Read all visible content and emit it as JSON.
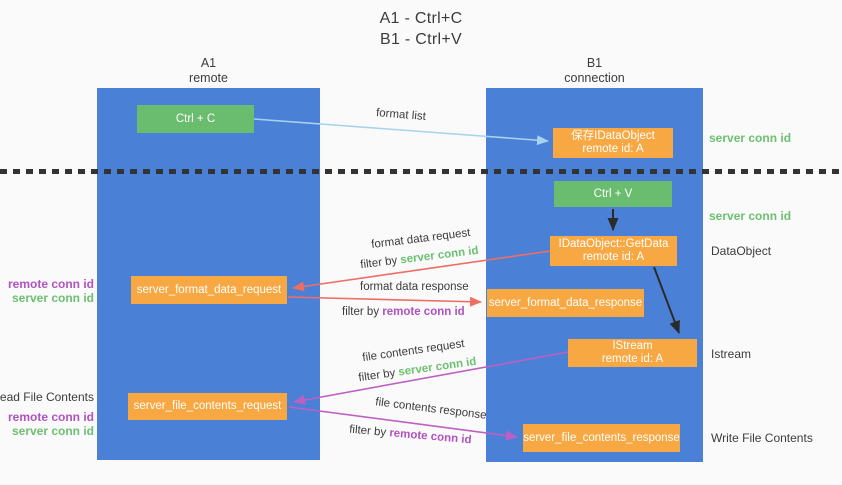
{
  "colors": {
    "bg": "#fafafa",
    "column-blue": "#4a80d6",
    "node-green": "#6abd6e",
    "node-orange": "#f8a843",
    "arrow-lightblue": "#a8d3ee",
    "arrow-red": "#ee6e63",
    "arrow-magenta": "#bf5fc4",
    "arrow-black": "#2b2b2b",
    "text-dark": "#3c3c3c",
    "text-green": "#6cc070",
    "text-purple": "#b052c0",
    "dotted-line": "#333333",
    "box-text": "#ffffff"
  },
  "title": {
    "line1": "A1 - Ctrl+C",
    "line2": "B1 - Ctrl+V"
  },
  "columns": {
    "left": {
      "name": "A1",
      "role": "remote"
    },
    "right": {
      "name": "B1",
      "role": "connection"
    }
  },
  "nodes": {
    "ctrl_c": {
      "label": "Ctrl + C"
    },
    "save_idataobject": {
      "line1": "保存IDataObject",
      "line2": "remote id: A"
    },
    "ctrl_v": {
      "label": "Ctrl + V"
    },
    "getdata": {
      "line1": "IDataObject::GetData",
      "line2": "remote id: A"
    },
    "format_request": {
      "label": "server_format_data_request"
    },
    "format_response": {
      "label": "server_format_data_response"
    },
    "istream": {
      "line1": "IStream",
      "line2": "remote id: A"
    },
    "file_request": {
      "label": "server_file_contents_request"
    },
    "file_response": {
      "label": "server_file_contents_response"
    }
  },
  "edge_labels": {
    "format_list": "format list",
    "format_data_request": "format data request",
    "filter_by_1": "filter by ",
    "filter_value_1": "server conn id",
    "format_data_response": "format data response",
    "filter_by_2": "filter by ",
    "filter_value_2": "remote conn id",
    "file_contents_request": "file contents request",
    "filter_by_3": "filter by ",
    "filter_value_3": "server conn id",
    "file_contents_response": "file contents response",
    "filter_by_4": "filter by ",
    "filter_value_4": "remote conn id"
  },
  "side_labels": {
    "right": {
      "server_conn_id_1": "server conn id",
      "server_conn_id_2": "server conn id",
      "dataobject": "DataObject",
      "istream": "Istream",
      "write_file_contents": "Write File Contents"
    },
    "left": {
      "remote_conn_id_1": "remote conn id",
      "server_conn_id_1": "server conn id",
      "read_file_contents": "Read File Contents",
      "remote_conn_id_2": "remote conn id",
      "server_conn_id_2": "server conn id"
    }
  }
}
